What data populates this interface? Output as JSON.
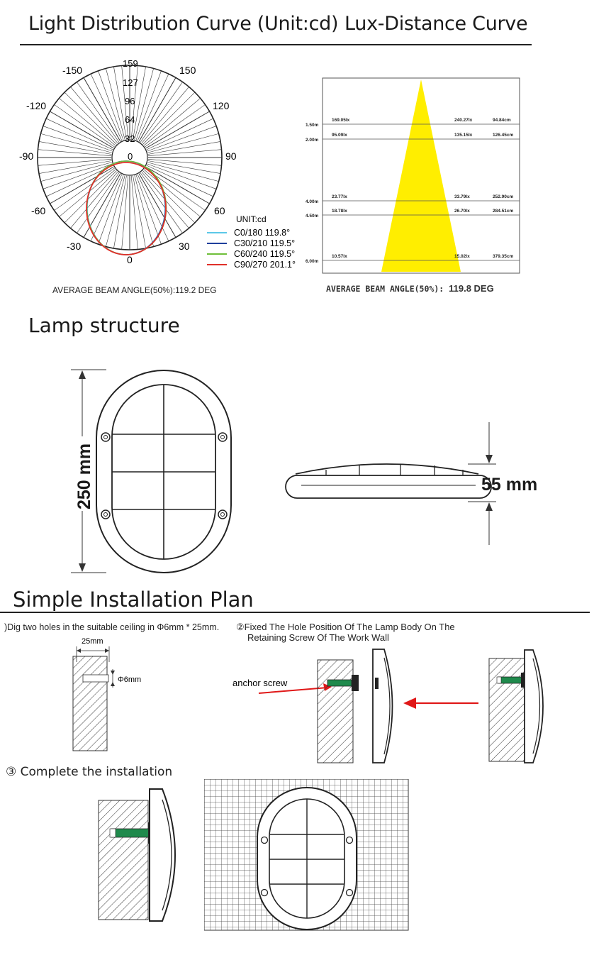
{
  "headers": {
    "light_distribution": "Light Distribution Curve (Unit:cd)",
    "lux_distance": "Lux-Distance Curve",
    "lamp_structure": "Lamp structure",
    "installation_plan": "Simple Installation Plan"
  },
  "polar": {
    "ring_labels": [
      "159",
      "127",
      "96",
      "64",
      "32",
      "0"
    ],
    "angle_labels": {
      "a_m150": "-150",
      "a_150": "150",
      "a_m120": "-120",
      "a_120": "120",
      "a_m90": "-90",
      "a_90": "90",
      "a_m60": "-60",
      "a_60": "60",
      "a_m30": "-30",
      "a_30": "30",
      "a_0": "0"
    },
    "legend_title": "UNIT:cd",
    "legend": [
      {
        "label": "C0/180 119.8°",
        "color": "#5bc8e8"
      },
      {
        "label": "C30/210 119.5°",
        "color": "#1f3f9c"
      },
      {
        "label": "C60/240 119.5°",
        "color": "#6fbf3a"
      },
      {
        "label": "C90/270 201.1°",
        "color": "#e0302a"
      }
    ],
    "beam_caption": "AVERAGE BEAM ANGLE(50%):119.2 DEG"
  },
  "lux": {
    "rows": [
      {
        "distance": "1.50m",
        "left": "169.05lx",
        "right": "240.27lx",
        "diameter": "94.84cm"
      },
      {
        "distance": "2.00m",
        "left": "95.09lx",
        "right": "135.15lx",
        "diameter": "126.45cm"
      },
      {
        "distance": "4.00m",
        "left": "23.77lx",
        "right": "33.79lx",
        "diameter": "252.90cm"
      },
      {
        "distance": "4.50m",
        "left": "18.78lx",
        "right": "26.70lx",
        "diameter": "284.51cm"
      },
      {
        "distance": "6.00m",
        "left": "10.57lx",
        "right": "15.02lx",
        "diameter": "379.35cm"
      }
    ],
    "beam_caption_prefix": "AVERAGE BEAM ANGLE(50%):",
    "beam_caption_value": "119.8 DEG",
    "beam_color": "#ffee00"
  },
  "dimensions": {
    "height": "250 mm",
    "depth": "55 mm"
  },
  "steps": {
    "step1": "Dig two holes in the suitable ceiling in Φ6mm * 25mm.",
    "step1_marker": ")",
    "step2_marker": "②",
    "step2_line1": "Fixed The Hole Position Of The Lamp Body On The",
    "step2_line2": "Retaining Screw Of The Work Wall",
    "step3_marker": "③",
    "step3": "Complete the installation",
    "label_25mm": "25mm",
    "label_6mm": "Φ6mm",
    "anchor_screw": "anchor screw"
  },
  "colors": {
    "arrow": "#e01818",
    "screw": "#1f8a4c",
    "beam": "#ffee00"
  }
}
